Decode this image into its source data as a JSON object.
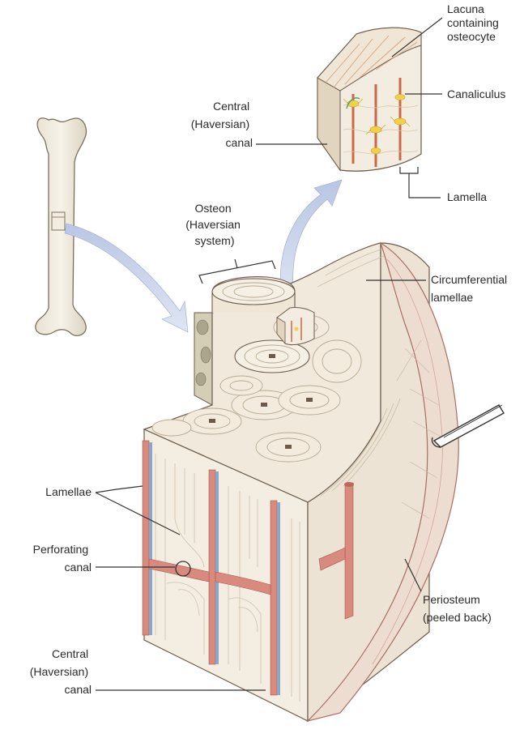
{
  "labels": {
    "lacuna": [
      "Lacuna",
      "containing",
      "osteocyte"
    ],
    "canaliculus": "Canaliculus",
    "central_top": [
      "Central",
      "(Haversian)",
      "canal"
    ],
    "lamella": "Lamella",
    "osteon": [
      "Osteon",
      "(Haversian",
      "system)"
    ],
    "circumferential": [
      "Circumferential",
      "lamellae"
    ],
    "lamellae": "Lamellae",
    "perforating": [
      "Perforating",
      "canal"
    ],
    "periosteum": [
      "Periosteum",
      "(peeled back)"
    ],
    "central_bottom": [
      "Central",
      "(Haversian)",
      "canal"
    ]
  },
  "colors": {
    "bone": "#f3ece0",
    "bone_shade": "#e6dccb",
    "vessel_red": "#d98a7e",
    "vessel_blue": "#8aa6c8",
    "arrow": "#c9d3ea",
    "spongy": "#c9c2a8",
    "periosteum": "#e9d8cc",
    "osteocyte": "#f0d24a"
  }
}
